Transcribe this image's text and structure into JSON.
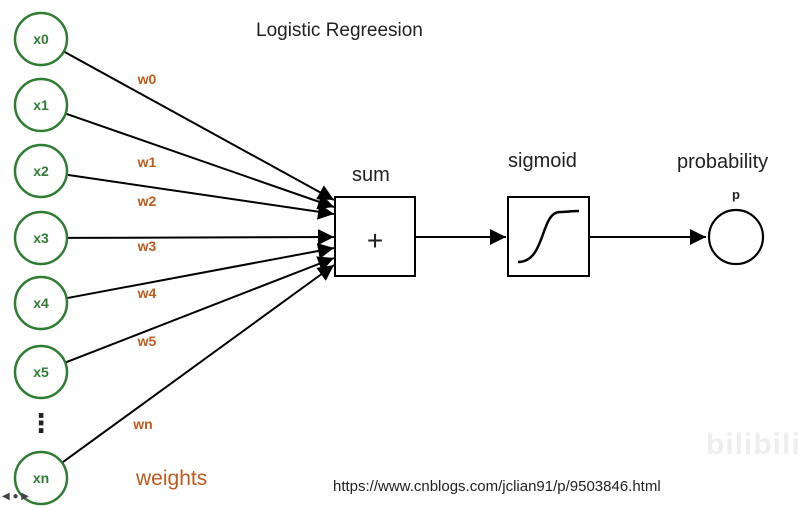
{
  "title": "Logistic Regreesion",
  "inputs": [
    "x0",
    "x1",
    "x2",
    "x3",
    "x4",
    "x5",
    "xn"
  ],
  "ellipsis": "⋮",
  "weights": [
    "w0",
    "w1",
    "w2",
    "w3",
    "w4",
    "w5",
    "wn"
  ],
  "weights_label": "weights",
  "sum_label": "sum",
  "sum_symbol": "+",
  "sigmoid_label": "sigmoid",
  "output_label": "probability",
  "output_symbol": "p",
  "source_url": "https://www.cnblogs.com/jclian91/p/9503846.html",
  "watermark": "bilibili",
  "colors": {
    "input_circle": "#2e7d32",
    "input_text": "#2e7d32",
    "weight_text": "#c05a1b",
    "lines": "#000000"
  }
}
